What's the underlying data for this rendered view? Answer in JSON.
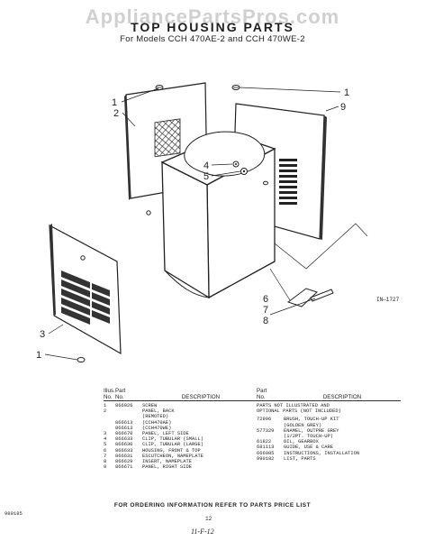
{
  "watermark": "AppliancePartsPros.com",
  "title": "TOP HOUSING PARTS",
  "subtitle": "For Models CCH 470AE-2 and CCH 470WE-2",
  "figure_id": "IN—1727",
  "callouts": [
    "1",
    "2",
    "1",
    "9",
    "4",
    "5",
    "3",
    "1",
    "6",
    "7",
    "8"
  ],
  "table": {
    "headers": {
      "illus": "Illus.",
      "part": "Part",
      "no1": "No.",
      "no2": "No.",
      "description": "DESCRIPTION"
    },
    "rows": [
      {
        "illus": "1",
        "part": "866026",
        "desc": "SCREW"
      },
      {
        "illus": "2",
        "part": "",
        "desc": "PANEL, BACK"
      },
      {
        "illus": "",
        "part": "",
        "desc": "(REMOTED)"
      },
      {
        "illus": "",
        "part": "866613",
        "desc": "(CCH470AE)"
      },
      {
        "illus": "",
        "part": "866613",
        "desc": "(CCH470WE)"
      },
      {
        "illus": "3",
        "part": "866670",
        "desc": "PANEL, LEFT SIDE"
      },
      {
        "illus": "4",
        "part": "866633",
        "desc": "CLIP, TUBULAR (SMALL)"
      },
      {
        "illus": "5",
        "part": "866630",
        "desc": "CLIP, TUBULAR (LARGE)"
      },
      {
        "illus": "6",
        "part": "866633",
        "desc": "HOUSING, FRONT & TOP"
      },
      {
        "illus": "7",
        "part": "866631",
        "desc": "ESCUTCHEON, NAMEPLATE"
      },
      {
        "illus": "8",
        "part": "866629",
        "desc": "INSERT, NAMEPLATE"
      },
      {
        "illus": "9",
        "part": "866671",
        "desc": "PANEL, RIGHT SIDE"
      }
    ],
    "right_headers": {
      "part": "Part",
      "no": "No.",
      "description": "DESCRIPTION"
    },
    "right_note": [
      "PARTS NOT ILLUSTRATED AND",
      "OPTIONAL PARTS (NOT INCLUDED)"
    ],
    "right_rows": [
      {
        "part": "72996",
        "desc": "BRUSH, TOUCH-UP KIT"
      },
      {
        "part": "",
        "desc": "(GOLDEN GREY)"
      },
      {
        "part": "577329",
        "desc": "ENAMEL, OUTPRE GREY"
      },
      {
        "part": "",
        "desc": "(1/2PT. TOUCH-UP)"
      },
      {
        "part": "61822",
        "desc": "OIL, GEARBOX"
      },
      {
        "part": "681113",
        "desc": "GUIDE, USE & CARE"
      },
      {
        "part": "666985",
        "desc": "INSTRUCTIONS, INSTALLATION"
      },
      {
        "part": "990182",
        "desc": "LIST, PARTS"
      }
    ]
  },
  "footer": "FOR ORDERING INFORMATION REFER TO PARTS PRICE LIST",
  "doc_code": "980185",
  "page_number": "12",
  "handwritten": "11-F-12"
}
